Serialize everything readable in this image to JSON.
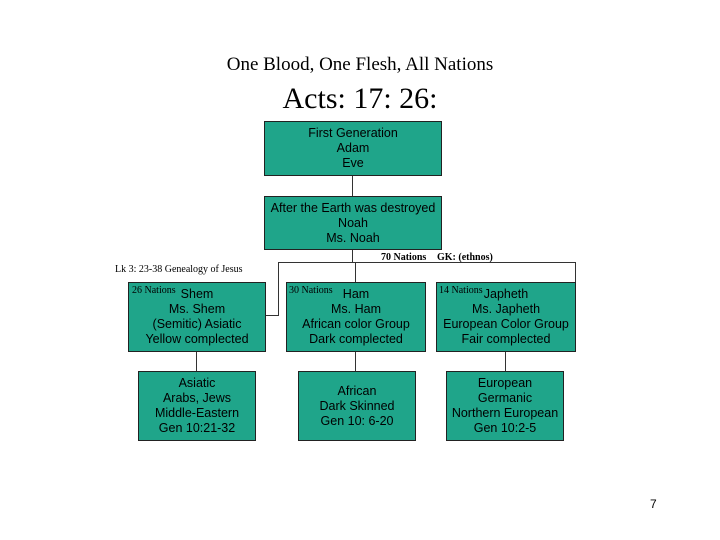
{
  "title": "One Blood, One Flesh, All Nations",
  "subtitle": "Acts: 17: 26:",
  "boxes": {
    "first_generation": [
      "First Generation",
      "Adam",
      "Eve"
    ],
    "noah": [
      "After the Earth was destroyed",
      "Noah",
      "Ms. Noah"
    ],
    "shem": [
      "Shem",
      "Ms. Shem",
      "(Semitic) Asiatic",
      "Yellow complected"
    ],
    "ham": [
      "Ham",
      "Ms. Ham",
      "African color Group",
      "Dark complected"
    ],
    "japheth": [
      "Japheth",
      "Ms. Japheth",
      "European Color Group",
      "Fair complected"
    ],
    "asiatic": [
      "Asiatic",
      "Arabs, Jews",
      "Middle-Eastern",
      "Gen 10:21-32"
    ],
    "african": [
      "African",
      "Dark Skinned",
      "Gen 10: 6-20"
    ],
    "european": [
      "European",
      "Germanic",
      "Northern European",
      "Gen 10:2-5"
    ]
  },
  "labels": {
    "genealogy": "Lk 3: 23-38 Genealogy of Jesus",
    "seventy_nations": "70 Nations",
    "ethnos": "GK: (ethnos)",
    "shem_nations": "26 Nations",
    "ham_nations": "30 Nations",
    "japheth_nations": "14 Nations"
  },
  "colors": {
    "box_fill": "#1fa58a",
    "box_border": "#222222",
    "line": "#333333"
  },
  "page_number": "7"
}
